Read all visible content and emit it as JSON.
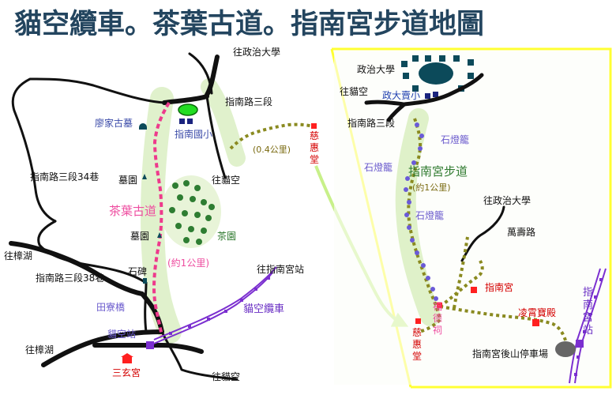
{
  "title": "貓空纜車。茶葉古道。指南宮步道地圖",
  "colors": {
    "road": "#111111",
    "trail_tea": "#ee3a8c",
    "trail_zhinan": "#8a8a20",
    "cable": "#7b2fd0",
    "greenery": "#d9eec0",
    "lantern": "#6a5ad8",
    "station": "#ff2020",
    "frame": "#ffff33",
    "building": "#0c4a5a",
    "arrow": "#c8f08a"
  },
  "left_map": {
    "labels": {
      "nccu": "往政治大學",
      "zhinan_rd3": "指南路三段",
      "liao_tomb": "廖家古墓",
      "zhinan_school": "指南國小",
      "lane34": "指南路三段34巷",
      "tomb_garden": "墓園",
      "tea_trail": "茶葉古道",
      "tomb_garden2": "墓園",
      "tea_garden": "茶園",
      "to_maokong": "往貓空",
      "distance_04": "(0.4公里)",
      "cihui": "慈惠堂",
      "distance_1": "(約1公里)",
      "zhanghu": "往樟湖",
      "shibei": "石碑",
      "lane38": "指南路三段38巷",
      "to_zhinan_station": "往指南宮站",
      "tianliao_bridge": "田寮橋",
      "gondola": "貓空纜車",
      "maokong_station": "貓空站",
      "zhanghu2": "往樟湖",
      "sanxuan": "三玄宮",
      "to_maokong2": "往貓空"
    }
  },
  "right_map": {
    "labels": {
      "nccu": "政治大學",
      "to_maokong": "往貓空",
      "nccu_store": "政大賣小",
      "zhinan_rd3": "指南路三段",
      "lantern1": "石燈籠",
      "lantern2": "石燈籠",
      "trail": "指南宮步道",
      "distance": "(約1公里)",
      "lantern3": "石燈籠",
      "to_nccu": "往政治大學",
      "wanshou": "萬壽路",
      "zhinan_temple": "指南宮",
      "fude": "福德祠",
      "lingxiao": "凌霄寶殿",
      "cihui": "慈惠堂",
      "station": "指南宮站",
      "parking": "指南宮後山停車場"
    }
  }
}
